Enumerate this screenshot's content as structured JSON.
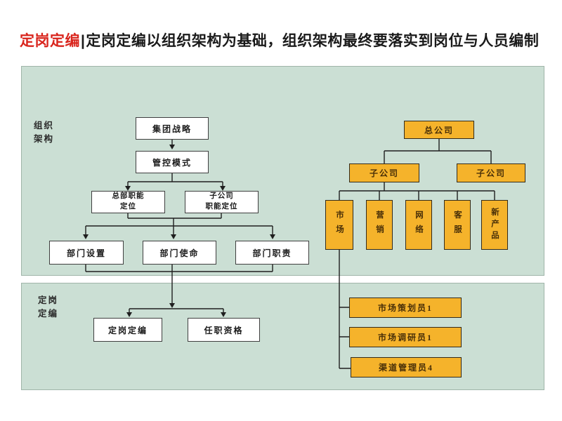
{
  "title": {
    "highlight": "定岗定编",
    "separator": "|",
    "subtitle": "定岗定编以组织架构为基础，组织架构最终要落实到岗位与人员编制"
  },
  "colors": {
    "title_red": "#d9251d",
    "panel_green": "#cbdfd4",
    "box_orange": "#f5b32b",
    "box_white": "#ffffff",
    "line_dark": "#1f1f1f"
  },
  "panels": {
    "org_label": "组织\n架构",
    "staffing_label": "定岗\n定编"
  },
  "flow": {
    "group_strategy": "集团战略",
    "control_mode": "管控模式",
    "hq_function": "总部职能\n定位",
    "sub_function": "子公司\n职能定位",
    "dept_setup": "部门设置",
    "dept_mission": "部门使命",
    "dept_duty": "部门职责",
    "staffing": "定岗定编",
    "qualification": "任职资格"
  },
  "org": {
    "hq": "总公司",
    "sub_left": "子公司",
    "sub_right": "子公司",
    "departments": [
      "市场",
      "营销",
      "网络",
      "客服",
      "新产品"
    ],
    "positions": [
      "市场策划员1",
      "市场调研员1",
      "渠道管理员4"
    ]
  }
}
